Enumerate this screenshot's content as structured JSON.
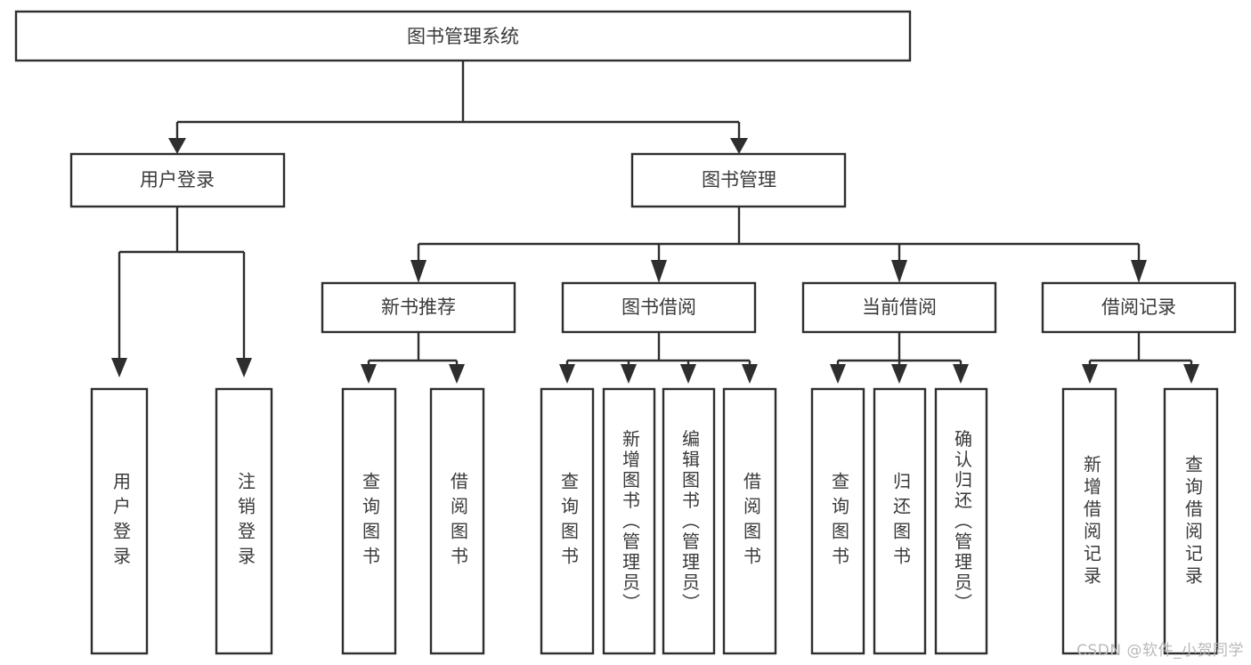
{
  "diagram": {
    "type": "tree-hierarchy-flowchart",
    "title": "图书管理系统",
    "watermark": "CSDN @软件_小贺同学",
    "colors": {
      "box_stroke": "#2e2e2e",
      "box_fill": "#ffffff",
      "text": "#3a3a3a",
      "canvas": "#ffffff",
      "watermark": "#b9b9b9"
    },
    "levels": [
      {
        "level": 0,
        "nodes": [
          {
            "id": "root",
            "label": "图书管理系统",
            "orientation": "horizontal"
          }
        ]
      },
      {
        "level": 1,
        "nodes": [
          {
            "id": "user-login",
            "label": "用户登录",
            "orientation": "horizontal",
            "parent": "root"
          },
          {
            "id": "book-manage",
            "label": "图书管理",
            "orientation": "horizontal",
            "parent": "root"
          }
        ]
      },
      {
        "level": 2,
        "nodes": [
          {
            "id": "new-book-rec",
            "label": "新书推荐",
            "orientation": "horizontal",
            "parent": "book-manage"
          },
          {
            "id": "book-borrow",
            "label": "图书借阅",
            "orientation": "horizontal",
            "parent": "book-manage"
          },
          {
            "id": "current-borrow",
            "label": "当前借阅",
            "orientation": "horizontal",
            "parent": "book-manage"
          },
          {
            "id": "borrow-record",
            "label": "借阅记录",
            "orientation": "horizontal",
            "parent": "book-manage"
          }
        ]
      },
      {
        "level": 3,
        "nodes": [
          {
            "id": "leaf-user-login",
            "label": "用户登录",
            "orientation": "vertical",
            "parent": "user-login"
          },
          {
            "id": "leaf-user-logout",
            "label": "注销登录",
            "orientation": "vertical",
            "parent": "user-login"
          },
          {
            "id": "leaf-query-book-1",
            "label": "查询图书",
            "orientation": "vertical",
            "parent": "new-book-rec"
          },
          {
            "id": "leaf-borrow-book-1",
            "label": "借阅图书",
            "orientation": "vertical",
            "parent": "new-book-rec"
          },
          {
            "id": "leaf-query-book-2",
            "label": "查询图书",
            "orientation": "vertical",
            "parent": "book-borrow"
          },
          {
            "id": "leaf-add-book",
            "label": "新增图书（管理员）",
            "orientation": "vertical",
            "parent": "book-borrow"
          },
          {
            "id": "leaf-edit-book",
            "label": "编辑图书（管理员）",
            "orientation": "vertical",
            "parent": "book-borrow"
          },
          {
            "id": "leaf-borrow-book-2",
            "label": "借阅图书",
            "orientation": "vertical",
            "parent": "book-borrow"
          },
          {
            "id": "leaf-query-book-3",
            "label": "查询图书",
            "orientation": "vertical",
            "parent": "current-borrow"
          },
          {
            "id": "leaf-return-book",
            "label": "归还图书",
            "orientation": "vertical",
            "parent": "current-borrow"
          },
          {
            "id": "leaf-confirm-return",
            "label": "确认归还（管理员）",
            "orientation": "vertical",
            "parent": "current-borrow"
          },
          {
            "id": "leaf-add-record",
            "label": "新增借阅记录",
            "orientation": "vertical",
            "parent": "borrow-record"
          },
          {
            "id": "leaf-query-record",
            "label": "查询借阅记录",
            "orientation": "vertical",
            "parent": "borrow-record"
          }
        ]
      }
    ],
    "labels": {
      "root": "图书管理系统",
      "user_login": "用户登录",
      "book_manage": "图书管理",
      "new_book_rec": "新书推荐",
      "book_borrow": "图书借阅",
      "current_borrow": "当前借阅",
      "borrow_record": "借阅记录",
      "leaf_user_login": "用户登录",
      "leaf_user_logout": "注销登录",
      "leaf_query_book_1": "查询图书",
      "leaf_borrow_book_1": "借阅图书",
      "leaf_query_book_2": "查询图书",
      "leaf_add_book": "新增图书（管理员）",
      "leaf_edit_book": "编辑图书（管理员）",
      "leaf_borrow_book_2": "借阅图书",
      "leaf_query_book_3": "查询图书",
      "leaf_return_book": "归还图书",
      "leaf_confirm_return": "确认归还（管理员）",
      "leaf_add_record": "新增借阅记录",
      "leaf_query_record": "查询借阅记录"
    }
  }
}
